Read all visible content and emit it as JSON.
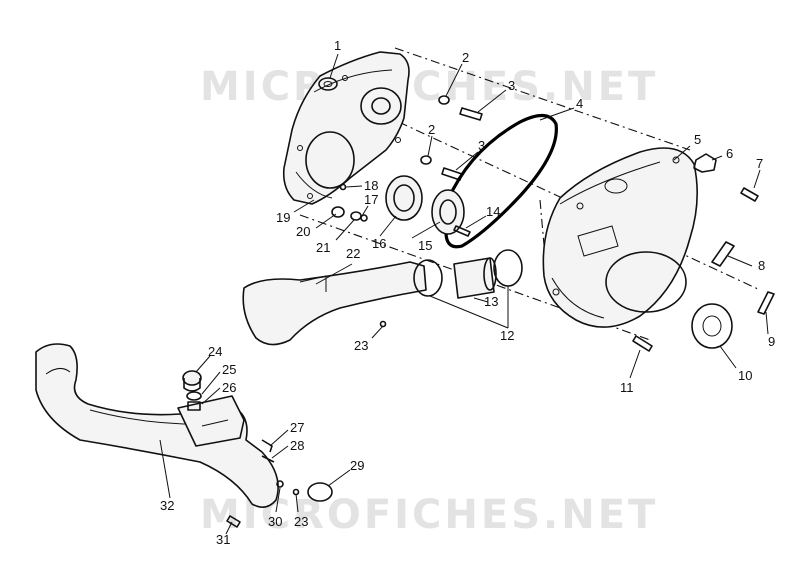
{
  "watermark": {
    "top": "MICROFICHES.NET",
    "bottom": "MICROFICHES.NET"
  },
  "callouts": {
    "c1": "1",
    "c2a": "2",
    "c2b": "2",
    "c3a": "3",
    "c3b": "3",
    "c4": "4",
    "c5": "5",
    "c6": "6",
    "c7": "7",
    "c8": "8",
    "c9": "9",
    "c10": "10",
    "c11": "11",
    "c12": "12",
    "c13": "13",
    "c14": "14",
    "c15": "15",
    "c16": "16",
    "c17": "17",
    "c18": "18",
    "c19": "19",
    "c20": "20",
    "c21": "21",
    "c22": "22",
    "c23a": "23",
    "c23b": "23",
    "c24": "24",
    "c25": "25",
    "c26": "26",
    "c27": "27",
    "c28": "28",
    "c29": "29",
    "c30": "30",
    "c31": "31",
    "c32": "32"
  }
}
